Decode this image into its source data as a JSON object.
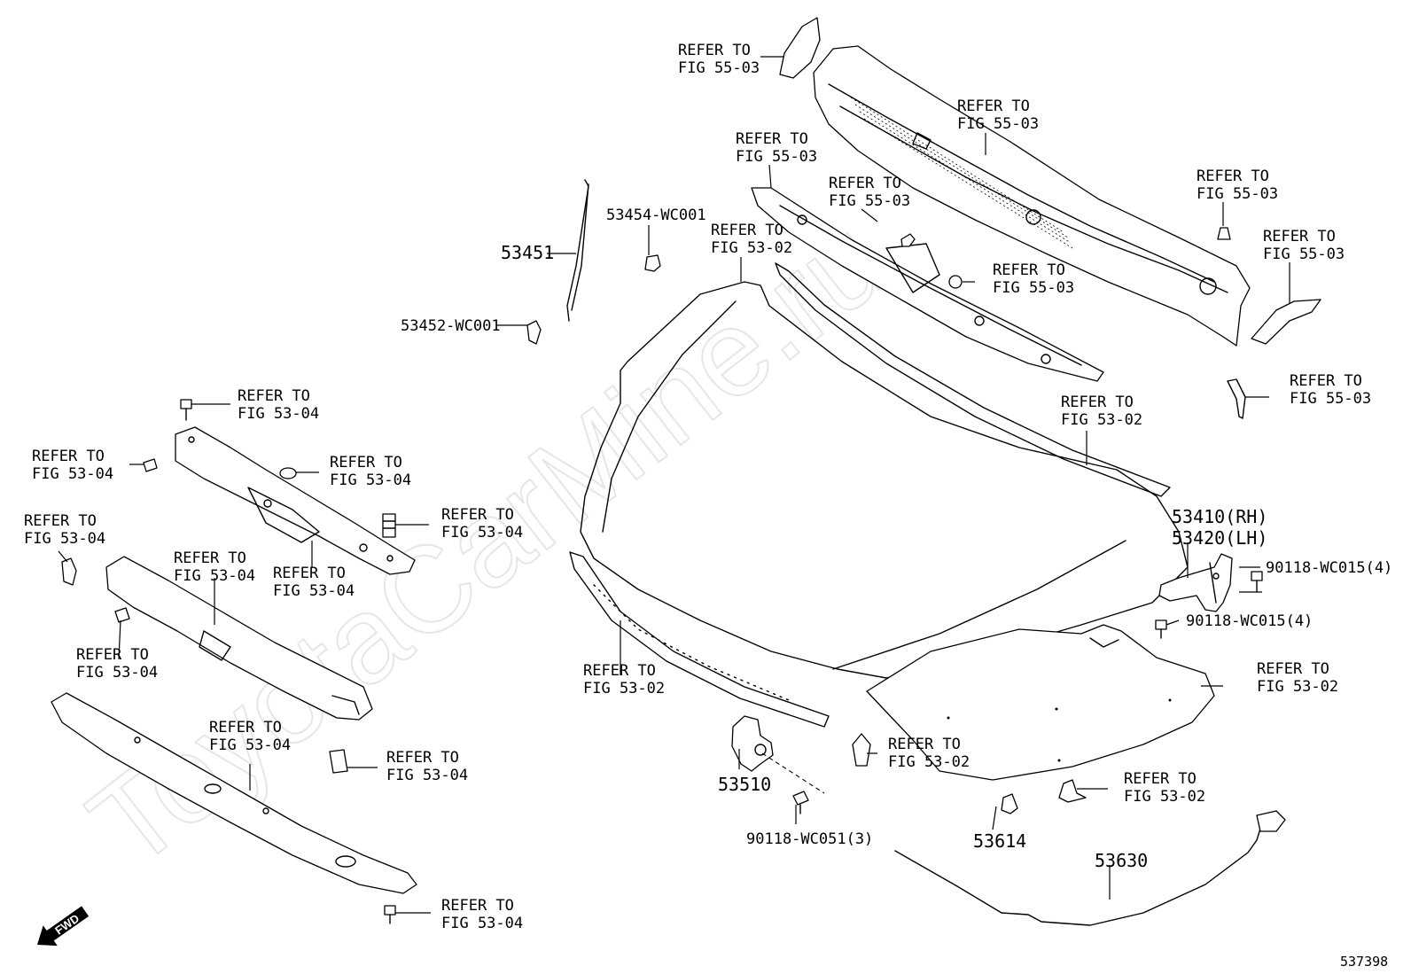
{
  "watermark": "ToyotaCarMine.ru",
  "figure_id": "537398",
  "fwd_label": "FWD",
  "refer": {
    "r01": [
      "REFER TO",
      "FIG 55-03"
    ],
    "r02": [
      "REFER TO",
      "FIG 55-03"
    ],
    "r03": [
      "REFER TO",
      "FIG 55-03"
    ],
    "r04": [
      "REFER TO",
      "FIG 55-03"
    ],
    "r05": [
      "REFER TO",
      "FIG 55-03"
    ],
    "r06": [
      "REFER TO",
      "FIG 55-03"
    ],
    "r07": [
      "REFER TO",
      "FIG 55-03"
    ],
    "r08": [
      "REFER TO",
      "FIG 55-03"
    ],
    "r09": [
      "REFER TO",
      "FIG 53-02"
    ],
    "r10": [
      "REFER TO",
      "FIG 53-02"
    ],
    "r11": [
      "REFER TO",
      "FIG 53-02"
    ],
    "r12": [
      "REFER TO",
      "FIG 53-02"
    ],
    "r13": [
      "REFER TO",
      "FIG 53-02"
    ],
    "r14": [
      "REFER TO",
      "FIG 53-02"
    ],
    "r15": [
      "REFER TO",
      "FIG 53-04"
    ],
    "r16": [
      "REFER TO",
      "FIG 53-04"
    ],
    "r17": [
      "REFER TO",
      "FIG 53-04"
    ],
    "r18": [
      "REFER TO",
      "FIG 53-04"
    ],
    "r19": [
      "REFER TO",
      "FIG 53-04"
    ],
    "r20": [
      "REFER TO",
      "FIG 53-04"
    ],
    "r21": [
      "REFER TO",
      "FIG 53-04"
    ],
    "r22": [
      "REFER TO",
      "FIG 53-04"
    ],
    "r23": [
      "REFER TO",
      "FIG 53-04"
    ],
    "r24": [
      "REFER TO",
      "FIG 53-04"
    ],
    "r25": [
      "REFER TO",
      "FIG 53-04"
    ]
  },
  "parts": {
    "p53451": "53451",
    "p53454": "53454-WC001",
    "p53452": "53452-WC001",
    "p53410": "53410(RH)",
    "p53420": "53420(LH)",
    "p90118a": "90118-WC015(4)",
    "p90118b": "90118-WC015(4)",
    "p53510": "53510",
    "p90118c": "90118-WC051(3)",
    "p53614": "53614",
    "p53630": "53630"
  }
}
